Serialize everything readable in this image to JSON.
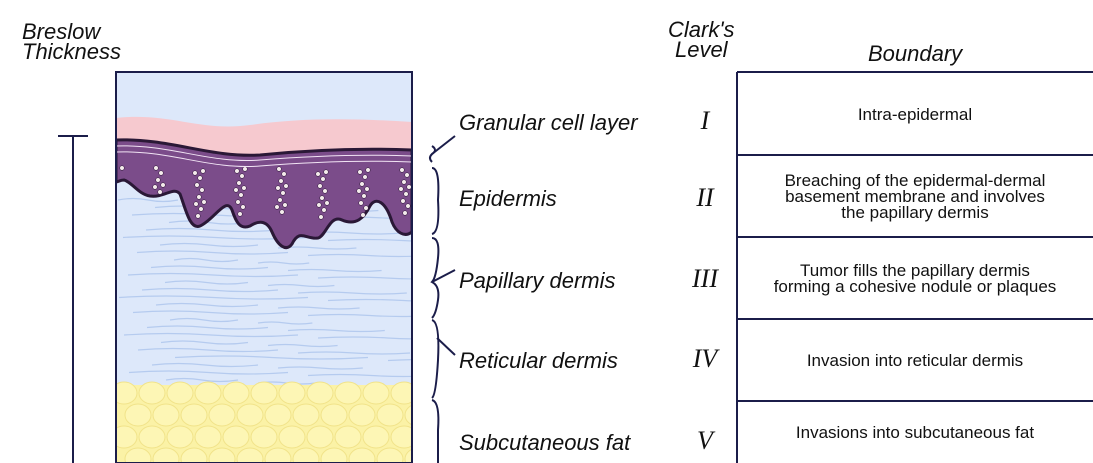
{
  "headers": {
    "breslow_line1": "Breslow",
    "breslow_line2": "Thickness",
    "clark_line1": "Clark's",
    "clark_line2": "Level",
    "boundary": "Boundary"
  },
  "levels": [
    {
      "layer": "Granular cell layer",
      "roman": "I",
      "boundary": [
        "Intra-epidermal"
      ]
    },
    {
      "layer": "Epidermis",
      "roman": "II",
      "boundary": [
        "Breaching of the epidermal-dermal",
        "basement membrane and involves",
        "the papillary dermis"
      ]
    },
    {
      "layer": "Papillary dermis",
      "roman": "III",
      "boundary": [
        "Tumor fills the papillary dermis",
        "forming a cohesive nodule or plaques"
      ]
    },
    {
      "layer": "Reticular dermis",
      "roman": "IV",
      "boundary": [
        "Invasion into reticular dermis"
      ]
    },
    {
      "layer": "Subcutaneous fat",
      "roman": "V",
      "boundary": [
        "Invasions into subcutaneous fat"
      ]
    }
  ],
  "colors": {
    "epidermis_pink": "#f6c9cf",
    "tumor_purple": "#6b3f7a",
    "dermis_blue": "#dde8fa",
    "fat_yellow": "#fbf2a6",
    "line": "#1b1d4a"
  }
}
